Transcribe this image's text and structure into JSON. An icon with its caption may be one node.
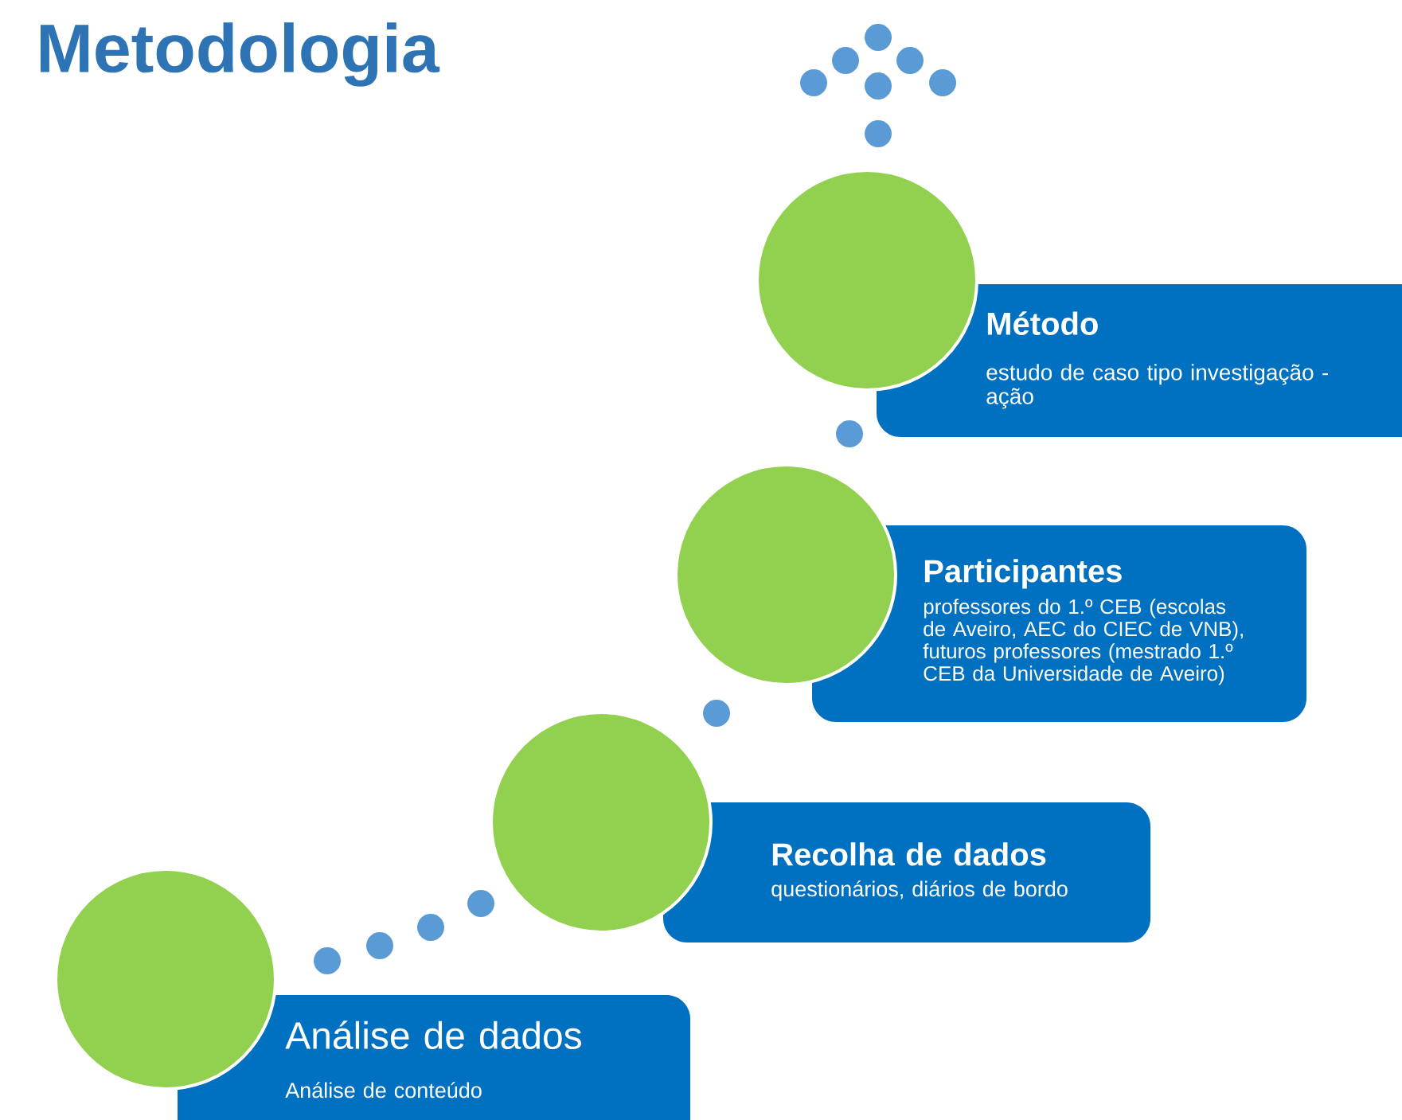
{
  "diagram": {
    "title": "Metodologia",
    "nodes": [
      {
        "text": [],
        "shape": "circle"
      },
      {
        "text": [
          "Método",
          "estudo de caso tipo investigação - ação"
        ]
      },
      {
        "text": [],
        "shape": "circle"
      },
      {
        "text": [
          "Participantes",
          "professores do 1.º CEB (escolas de Aveiro, AEC do CIEC de VNB), futuros professores (mestrado 1.º CEB da Universidade de Aveiro)"
        ]
      },
      {
        "text": [],
        "shape": "circle"
      },
      {
        "text": [
          "Recolha de dados",
          "questionários, diários de bordo"
        ]
      },
      {
        "text": [],
        "shape": "circle"
      },
      {
        "text": [
          "Análise de dados",
          "Análise de conteúdo"
        ]
      }
    ]
  }
}
